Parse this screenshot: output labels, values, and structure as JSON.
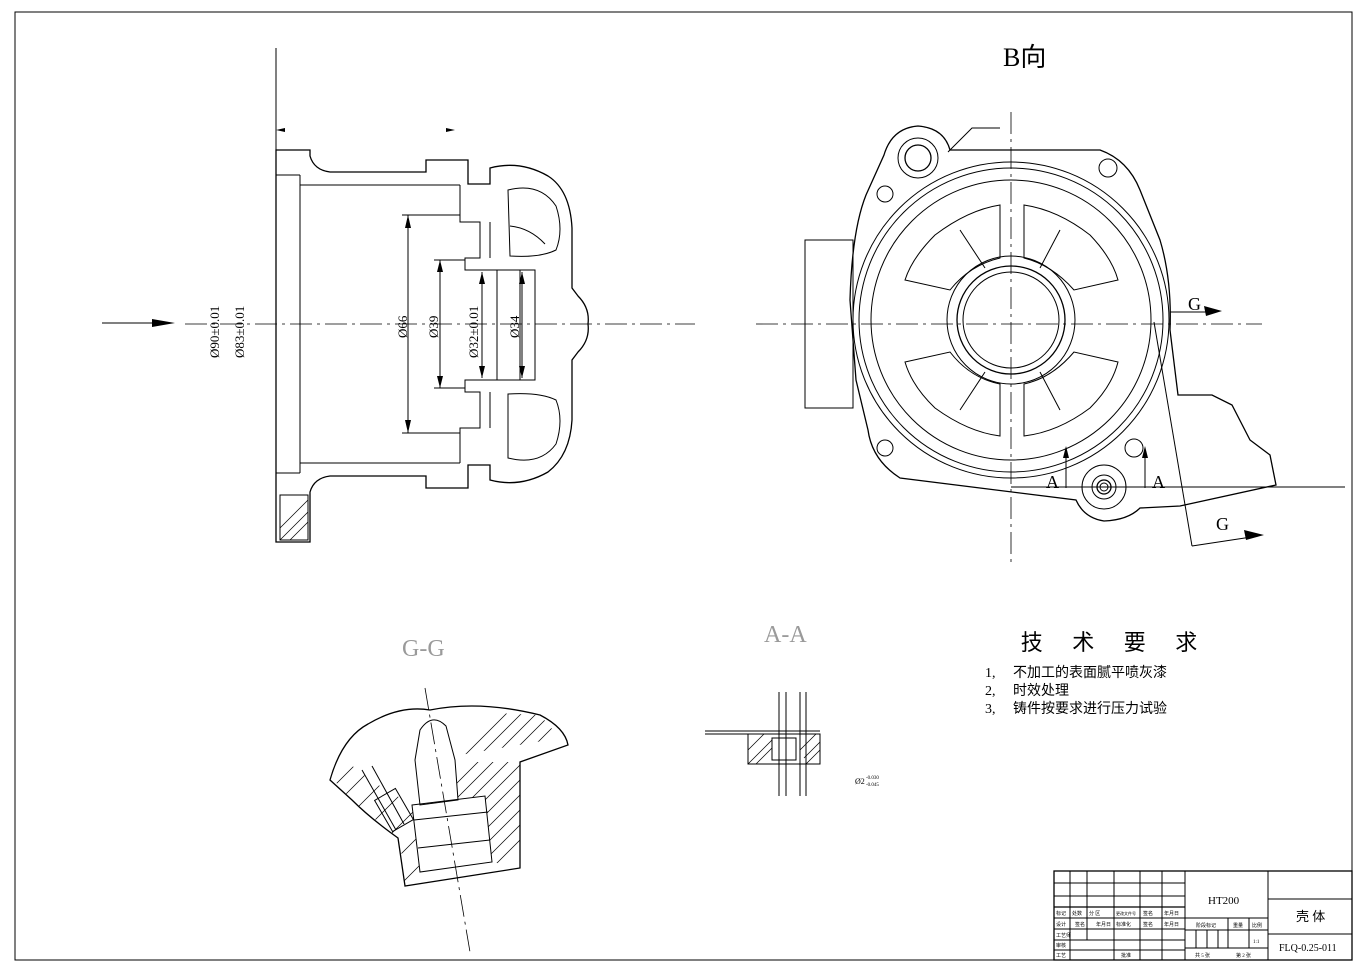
{
  "views": {
    "b_view": "B向",
    "gg_section": "G-G",
    "aa_section": "A-A",
    "cut_g": "G",
    "cut_a": "A"
  },
  "dimensions": {
    "d90": "Ø90±0.01",
    "d83": "Ø83±0.01",
    "d66": "Ø66",
    "d39": "Ø39",
    "d32": "Ø32±0.01",
    "d34": "Ø34",
    "d2": "Ø2",
    "d2_upper": "-0.030",
    "d2_lower": "-0.045"
  },
  "tech_requirements": {
    "title": "技 术 要 求",
    "items": [
      {
        "num": "1,",
        "text": "不加工的表面腻平喷灰漆"
      },
      {
        "num": "2,",
        "text": "时效处理"
      },
      {
        "num": "3,",
        "text": "铸件按要求进行压力试验"
      }
    ]
  },
  "title_block": {
    "material": "HT200",
    "part_name": "壳 体",
    "drawing_no": "FLQ-0.25-011",
    "scale": "1:1",
    "sheet_total": "共 5 张",
    "sheet_no": "第 2 张",
    "labels": {
      "mark": "标记",
      "count": "处数",
      "zone": "分 区",
      "change_doc": "更改文件号",
      "sign": "签名",
      "date": "年月日",
      "design": "设计",
      "sign2": "签名",
      "date2": "年月日",
      "standardize": "标准化",
      "sign3": "签名",
      "date3": "年月日",
      "stage_mark": "阶段标记",
      "weight": "重量",
      "ratio": "比例",
      "process_design": "工艺师",
      "review": "审核",
      "process": "工艺",
      "approve": "批准"
    }
  }
}
